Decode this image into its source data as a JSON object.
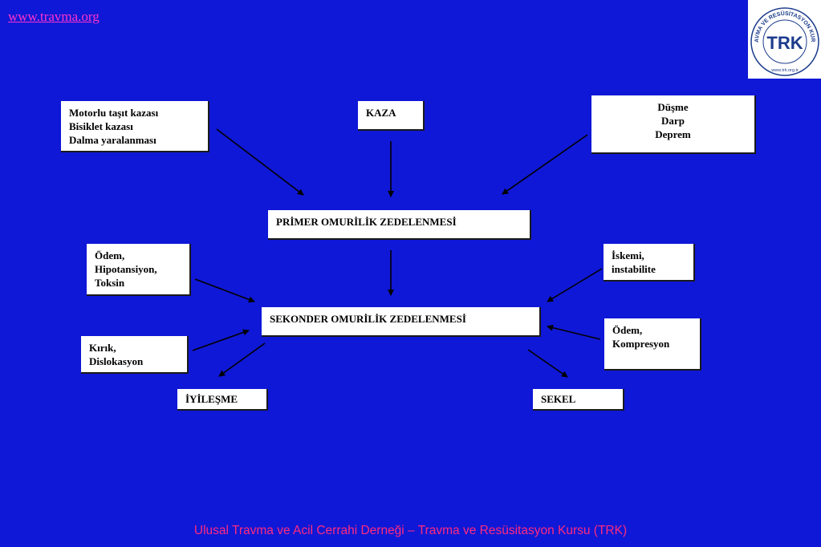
{
  "header": {
    "website": "www.travma.org"
  },
  "logo": {
    "ring_text": "TRAVMA VE RESÜSİTASYON KURSU",
    "center_text": "TRK",
    "url": "www.trk.org.tr"
  },
  "nodes": {
    "causes_vehicle": [
      "Motorlu taşıt kazası",
      "Bisiklet kazası",
      "Dalma yaralanması"
    ],
    "kaza": "KAZA",
    "causes_fall": [
      "Düşme",
      "Darp",
      "Deprem"
    ],
    "primary": "PRİMER OMURİLİK ZEDELENMESİ",
    "factor_edema": [
      "Ödem,",
      "Hipotansiyon,",
      "Toksin"
    ],
    "factor_ischemia": [
      "İskemi,",
      "instabilite"
    ],
    "secondary": "SEKONDER OMURİLİK ZEDELENMESİ",
    "factor_fracture": [
      "Kırık,",
      "Dislokasyon"
    ],
    "factor_compression": [
      "Ödem,",
      "Kompresyon"
    ],
    "outcome_recovery": "İYİLEŞME",
    "outcome_sequel": "SEKEL"
  },
  "footer": {
    "text": "Ulusal Travma ve Acil Cerrahi Derneği – Travma ve Resüsitasyon Kursu (TRK)"
  }
}
